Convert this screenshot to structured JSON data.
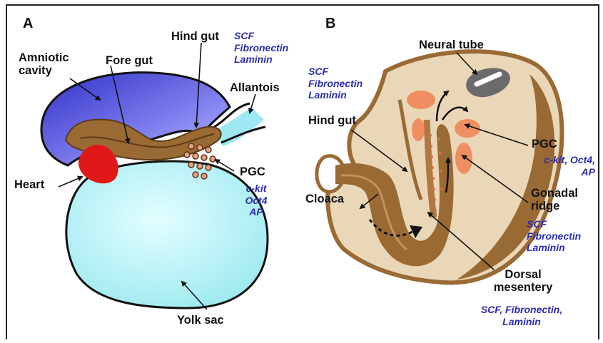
{
  "panels": {
    "a": "A",
    "b": "B"
  },
  "panel_a": {
    "amniotic": [
      "Amniotic",
      "cavity"
    ],
    "fore_gut": "Fore gut",
    "hind_gut": "Hind gut",
    "hind_gut_factors": [
      "SCF",
      "Fibronectin",
      "Laminin"
    ],
    "allantois": "Allantois",
    "heart": "Heart",
    "pgc": "PGC",
    "pgc_markers": [
      "c-kit",
      "Oct4",
      "AP"
    ],
    "yolk_sac": "Yolk sac"
  },
  "panel_b": {
    "neural_tube": "Neural tube",
    "hind_gut_factors": [
      "SCF",
      "Fibronectin",
      "Laminin"
    ],
    "hind_gut": "Hind gut",
    "pgc": "PGC",
    "pgc_markers": [
      "c-kit, Oct4,",
      "AP"
    ],
    "gonadal_ridge": [
      "Gonadal",
      "ridge"
    ],
    "gonadal_factors": [
      "SCF",
      "Fibronectin",
      "Laminin"
    ],
    "cloaca": "Cloaca",
    "dorsal_mesentery": [
      "Dorsal",
      "mesentery"
    ],
    "mesentery_factors": [
      "SCF, Fibronectin,",
      "Laminin"
    ]
  },
  "colors": {
    "amnion": "#4a4ad8",
    "gut": "#9a6a34",
    "tissue": "#e9d7b8",
    "heart": "#e01818",
    "yolk": "#bff4f6",
    "allantois": "#9ee8f4",
    "pgc": "#f08858",
    "factor_text": "#2b2bb0"
  }
}
